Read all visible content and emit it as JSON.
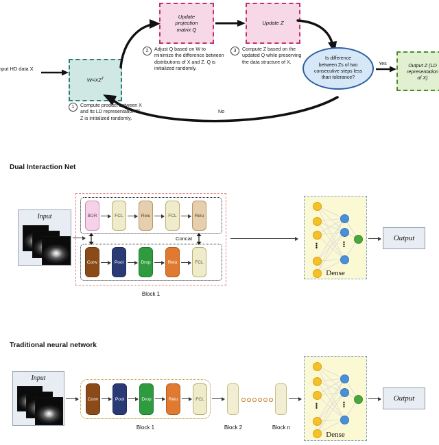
{
  "flowchart": {
    "input_label": "Input HD data X",
    "node_w": {
      "text": "W=XZ",
      "sup": "T"
    },
    "node_q": {
      "line1": "Update",
      "line2": "projection",
      "line3": "matrix Q"
    },
    "node_z": {
      "label": "Update Z"
    },
    "decision": {
      "line1": "Is difference",
      "line2": "between Zs of two",
      "line3": "consecutive steps less",
      "line4": "than tolerance?"
    },
    "output": {
      "line1": "Output Z (LD",
      "line2": "representation",
      "line3": "of X)"
    },
    "branch_yes": "Yes",
    "branch_no": "No",
    "steps": [
      {
        "num": "1",
        "text": "Compute product between X and its LD representation Z¹. Z is initialized randomly."
      },
      {
        "num": "2",
        "text": "Adjust Q based on W to minimize the difference between distributions of X and Z. Q is initialized randomly."
      },
      {
        "num": "3",
        "text": "Compute Z based on the updated Q while preserving the data structure of X."
      }
    ]
  },
  "dual": {
    "title": "Dual Interaction Net",
    "input_label": "Input",
    "top_layers": [
      {
        "label": "BDR",
        "color": "#f6d2e8"
      },
      {
        "label": "FCL",
        "color": "#efeccb"
      },
      {
        "label": "Relu",
        "color": "#e5cfae"
      },
      {
        "label": "FCL",
        "color": "#efeccb"
      },
      {
        "label": "Relu",
        "color": "#e5cfae"
      }
    ],
    "bottom_layers": [
      {
        "label": "Conv",
        "color": "#8a4b18"
      },
      {
        "label": "Pool",
        "color": "#293a75"
      },
      {
        "label": "Drop",
        "color": "#2e9b3f"
      },
      {
        "label": "Relu",
        "color": "#e07a30"
      },
      {
        "label": "FCL",
        "color": "#efeccb"
      }
    ],
    "concat_label": "Concat",
    "block_caption": "Block 1",
    "dense_label": "Dense",
    "output_label": "Output"
  },
  "traditional": {
    "title": "Traditional neural network",
    "input_label": "Input",
    "layers": [
      {
        "label": "Conv",
        "color": "#8a4b18"
      },
      {
        "label": "Pool",
        "color": "#293a75"
      },
      {
        "label": "Drop",
        "color": "#2e9b3f"
      },
      {
        "label": "Relu",
        "color": "#e07a30"
      },
      {
        "label": "FCL",
        "color": "#efeccb"
      }
    ],
    "block1_caption": "Block 1",
    "block2_caption": "Block 2",
    "blockn_caption": "Block n",
    "ellipsis_count": 6,
    "dense_label": "Dense",
    "output_label": "Output"
  },
  "colors": {
    "teal_fill": "#cfe8e4",
    "teal_border": "#2e7d74",
    "pink_fill": "#f6d8e6",
    "pink_border": "#c2316b",
    "green_fill": "#e2f0d2",
    "green_border": "#4f8a2e",
    "ellipse_fill": "#d6e7f7",
    "ellipse_border": "#2b5f9e",
    "dense_fill": "#fbf8d4",
    "dense_border": "#7e9ec9",
    "node_input": "#f5c028",
    "node_hidden": "#4a90d9",
    "node_output": "#49a83a",
    "red_dash": "#e07b7b",
    "gold_dot": "#b98a1e"
  }
}
